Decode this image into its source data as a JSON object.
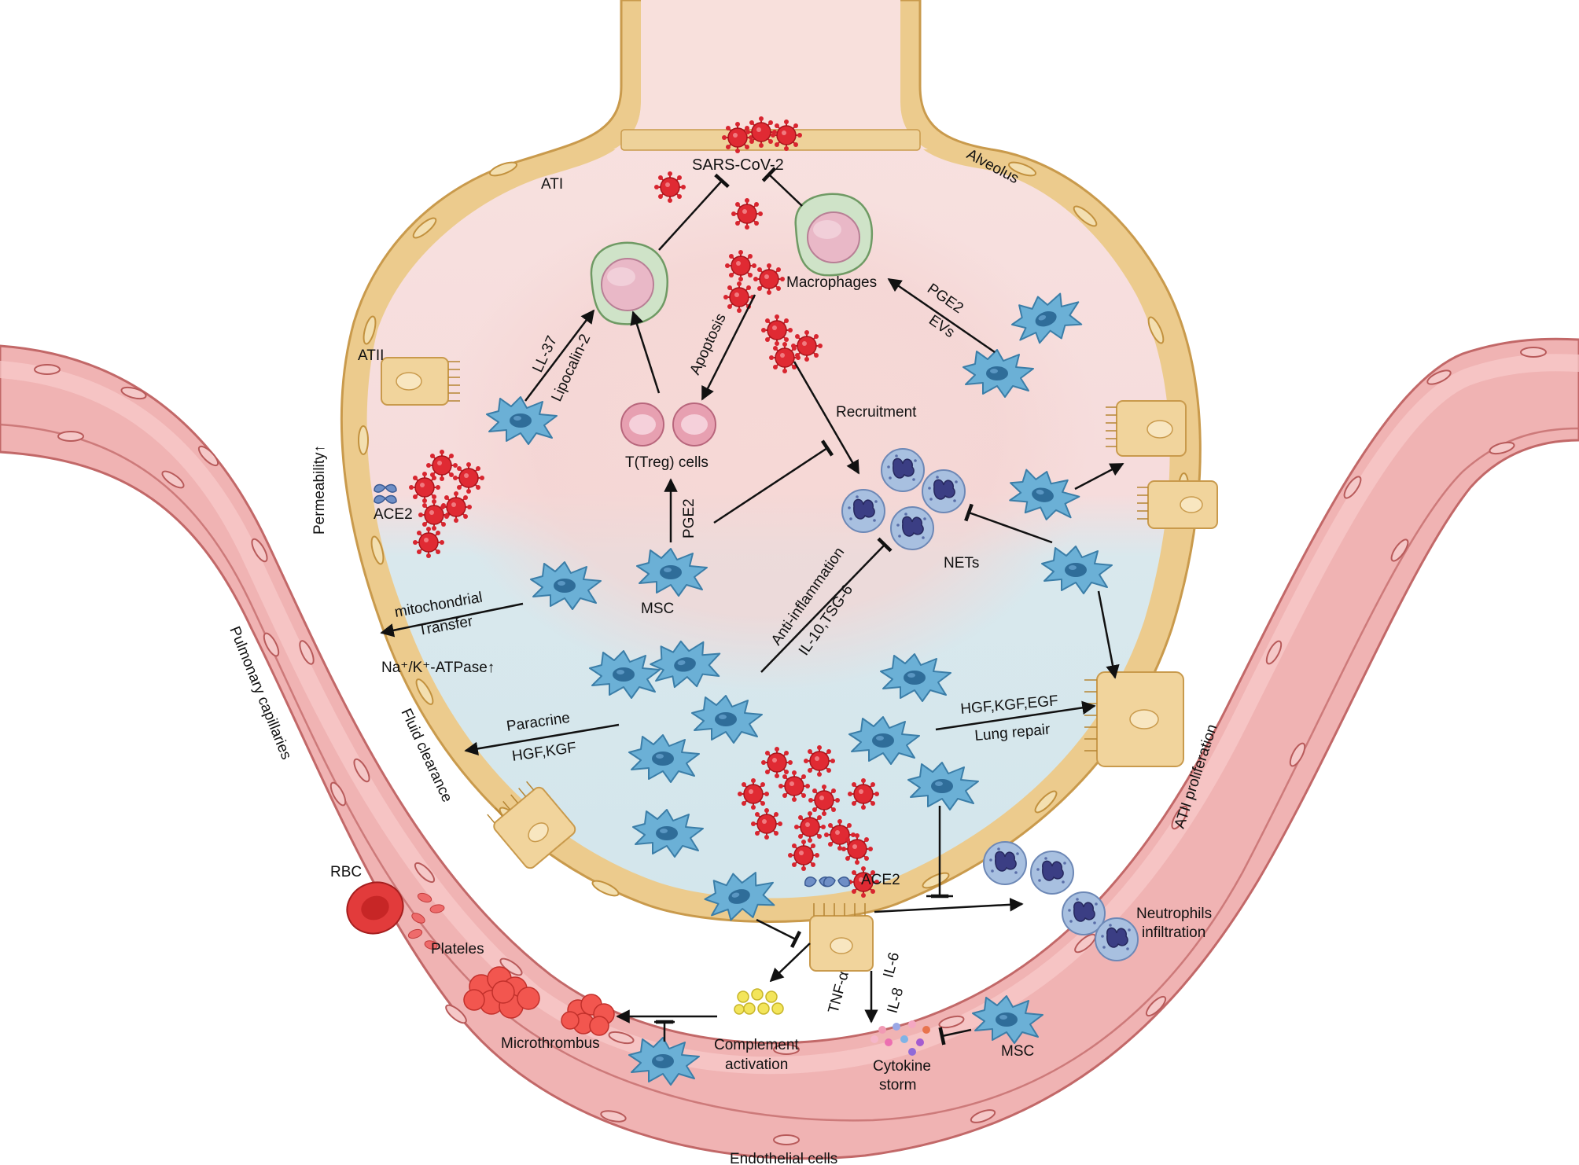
{
  "labels": {
    "sars": "SARS-CoV-2",
    "ati": "ATI",
    "alveolus": "Alveolus",
    "atii": "ATII",
    "permeability": "Permeability↑",
    "ace2_left": "ACE2",
    "ll37": "LL-37",
    "lipocalin": "Lipocalin-2",
    "apoptosis": "Apoptosis",
    "macrophages": "Macrophages",
    "pge2_top": "PGE2",
    "evs": "EVs",
    "recruitment": "Recruitment",
    "treg": "T(Treg) cells",
    "pge2_mid": "PGE2",
    "msc_center": "MSC",
    "nets": "NETs",
    "anti_inflammation": "Anti-inflammation",
    "il10": "IL-10,TSG-6",
    "mitochondrial": "mitochondrial",
    "transfer": "Transfer",
    "na_k": "Na⁺/K⁺-ATPase↑",
    "hgf_kgf_egf": "HGF,KGF,EGF",
    "lung_repair": "Lung repair",
    "paracrine": "Paracrine",
    "hgf_kgf": "HGF,KGF",
    "fluid_clearance": "Fluid clearance",
    "pulmonary_capillaries": "Pulmonary capillaries",
    "atii_proliferation": "ATII proliferation",
    "rbc": "RBC",
    "plateles": "Plateles",
    "ace2_bottom": "ACE2",
    "neutrophils": "Neutrophils",
    "infiltration": "infiltration",
    "microthrombus": "Microthrombus",
    "tnf": "TNF-α",
    "il6": "IL-6",
    "il8": "IL-8",
    "complement": "Complement",
    "activation": "activation",
    "cytokine": "Cytokine",
    "storm": "storm",
    "msc_right": "MSC",
    "endothelial": "Endothelial cells"
  },
  "colors": {
    "alveolus_fill_top": "#f7dcdc",
    "alveolus_fill_bottom": "#d6e8ee",
    "epithelium": "#eac98c",
    "vessel": "#ecaaaa",
    "vessel_edge": "#c46b6b",
    "virus": "#d8252f",
    "msc": "#63a8cf",
    "neutrophil": "#9cb5d8",
    "rbc": "#e03a3a"
  }
}
